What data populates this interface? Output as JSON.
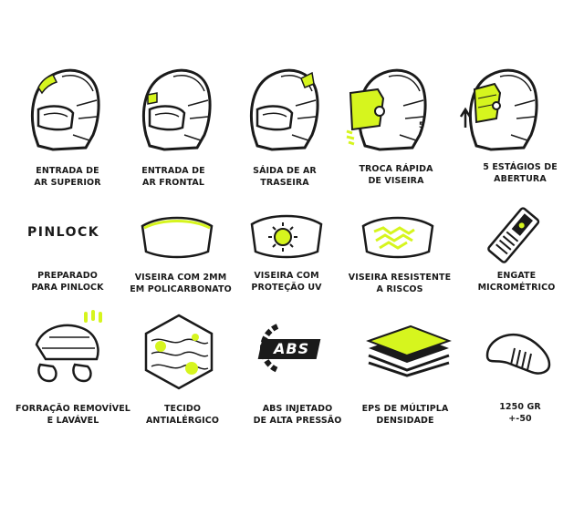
{
  "colors": {
    "accent": "#d6f51e",
    "ink": "#1a1a1a"
  },
  "rows": [
    {
      "items": [
        {
          "icon": "helmet-top-vent-icon",
          "lines": [
            "ENTRADA DE",
            "AR SUPERIOR"
          ]
        },
        {
          "icon": "helmet-front-vent-icon",
          "lines": [
            "ENTRADA DE",
            "AR FRONTAL"
          ]
        },
        {
          "icon": "helmet-rear-vent-icon",
          "lines": [
            "SÁIDA DE AR",
            "TRASEIRA"
          ]
        },
        {
          "icon": "helmet-quick-visor-icon",
          "lines": [
            "TROCA RÁPIDA",
            "DE VISEIRA"
          ]
        },
        {
          "icon": "helmet-opening-stages-icon",
          "lines": [
            "5 ESTÁGIOS DE",
            "ABERTURA"
          ],
          "badge": "5"
        }
      ]
    },
    {
      "items": [
        {
          "icon": "pinlock-logo-icon",
          "logo_text": "PINLOCK",
          "lines": [
            "PREPARADO",
            "PARA PINLOCK"
          ]
        },
        {
          "icon": "visor-2mm-icon",
          "lines": [
            "VISEIRA COM 2MM",
            "EM POLICARBONATO"
          ]
        },
        {
          "icon": "visor-uv-icon",
          "lines": [
            "VISEIRA COM",
            "PROTEÇÃO UV"
          ]
        },
        {
          "icon": "visor-scratch-resistant-icon",
          "lines": [
            "VISEIRA RESISTENTE",
            "A RISCOS"
          ]
        },
        {
          "icon": "micrometric-buckle-icon",
          "lines": [
            "ENGATE",
            "MICROMÉTRICO"
          ]
        }
      ]
    },
    {
      "items": [
        {
          "icon": "removable-lining-icon",
          "lines": [
            "FORRAÇÃO REMOVÍVEL",
            "E LAVÁVEL"
          ]
        },
        {
          "icon": "antiallergic-fabric-icon",
          "lines": [
            "TECIDO",
            "ANTIALÉRGICO"
          ]
        },
        {
          "icon": "abs-shell-icon",
          "logo_text": "ABS",
          "lines": [
            "ABS INJETADO",
            "DE ALTA PRESSÃO"
          ]
        },
        {
          "icon": "multi-density-eps-icon",
          "lines": [
            "EPS DE MÚLTIPLA",
            "DENSIDADE"
          ]
        },
        {
          "icon": "weight-icon",
          "lines": [
            "1250 GR",
            "+-50"
          ]
        }
      ]
    }
  ]
}
